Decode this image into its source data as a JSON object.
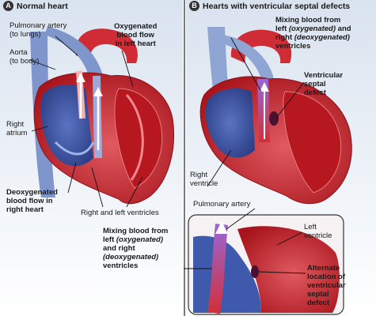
{
  "panel_a": {
    "badge": "A",
    "title": "Normal heart",
    "pulmonary_artery": [
      "Pulmonary artery",
      "(to lungs)"
    ],
    "aorta": [
      "Aorta",
      "(to body)"
    ],
    "right_atrium": [
      "Right",
      "atrium"
    ],
    "oxygenated": [
      "Oxygenated",
      "blood flow",
      "in left heart"
    ],
    "deoxygenated": [
      "Deoxygenated",
      "blood flow in",
      "right heart"
    ],
    "ventricles": "Right and left ventricles"
  },
  "panel_b": {
    "badge": "B",
    "title": "Hearts with ventricular septal defects",
    "mixing_top": {
      "line1": "Mixing blood from",
      "line2_pre": "left ",
      "line2_em": "(oxygenated)",
      "line2_post": " and",
      "line3_pre": "right ",
      "line3_em": "(deoxygenated)",
      "line4": "ventricles"
    },
    "vsd": [
      "Ventricular",
      "septal",
      "defect"
    ],
    "right_ventricle": [
      "Right",
      "ventricle"
    ],
    "pulmonary_artery": "Pulmonary artery",
    "left_ventricle": [
      "Left",
      "ventricle"
    ],
    "mixing_bottom": {
      "line1": "Mixing blood from",
      "line2_pre": "left ",
      "line2_em": "(oxygenated)",
      "line3": "and right",
      "line4_em": "(deoxygenated)",
      "line5": "ventricles"
    },
    "alternate": [
      "Alternate",
      "location of",
      "ventricular",
      "septal",
      "defect"
    ]
  },
  "colors": {
    "background_top": "#dfe7f1",
    "oxygenated_red": "#c8202a",
    "muscle_red": "#d8464e",
    "deoxygenated_blue": "#3c56a6",
    "mixed_purple": "#8a5cc8",
    "leader_line": "#111111"
  }
}
